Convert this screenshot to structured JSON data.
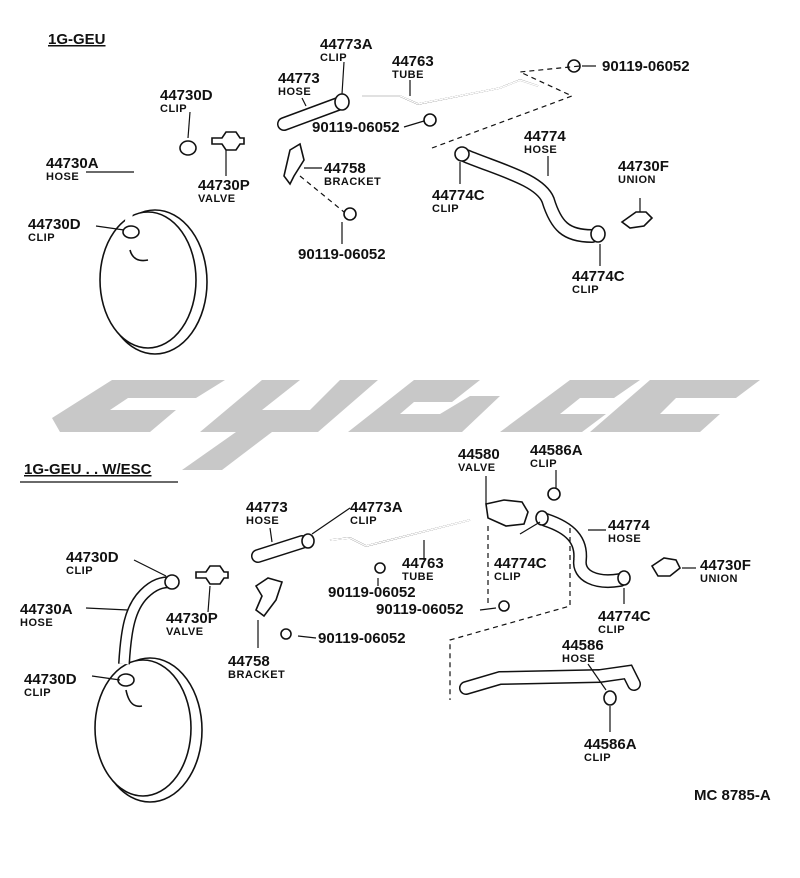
{
  "sections": {
    "top": "1G-GEU",
    "bottom": "1G-GEU . . W/ESC"
  },
  "diagram_code": "MC 8785-A",
  "names": {
    "clip": "CLIP",
    "hose": "HOSE",
    "valve": "VALVE",
    "tube": "TUBE",
    "bracket": "BRACKET",
    "union": "UNION"
  },
  "parts_top": {
    "p44773A": "44773A",
    "p44763": "44763",
    "p90119_a": "90119-06052",
    "p44773": "44773",
    "p44730D_a": "44730D",
    "p90119_b": "90119-06052",
    "p44774": "44774",
    "p44730A": "44730A",
    "p44758": "44758",
    "p44730P": "44730P",
    "p44774C_a": "44774C",
    "p44730F": "44730F",
    "p44730D_b": "44730D",
    "p90119_c": "90119-06052",
    "p44774C_b": "44774C"
  },
  "parts_bottom": {
    "p44580": "44580",
    "p44586A_a": "44586A",
    "p44773": "44773",
    "p44773A": "44773A",
    "p44774": "44774",
    "p44730D_a": "44730D",
    "p44774C_a": "44774C",
    "p44730F": "44730F",
    "p44763": "44763",
    "p44730A": "44730A",
    "p44730P": "44730P",
    "p90119_a": "90119-06052",
    "p90119_b": "90119-06052",
    "p44774C_b": "44774C",
    "p90119_c": "90119-06052",
    "p44586": "44586",
    "p44758": "44758",
    "p44730D_b": "44730D",
    "p44586A_b": "44586A"
  }
}
